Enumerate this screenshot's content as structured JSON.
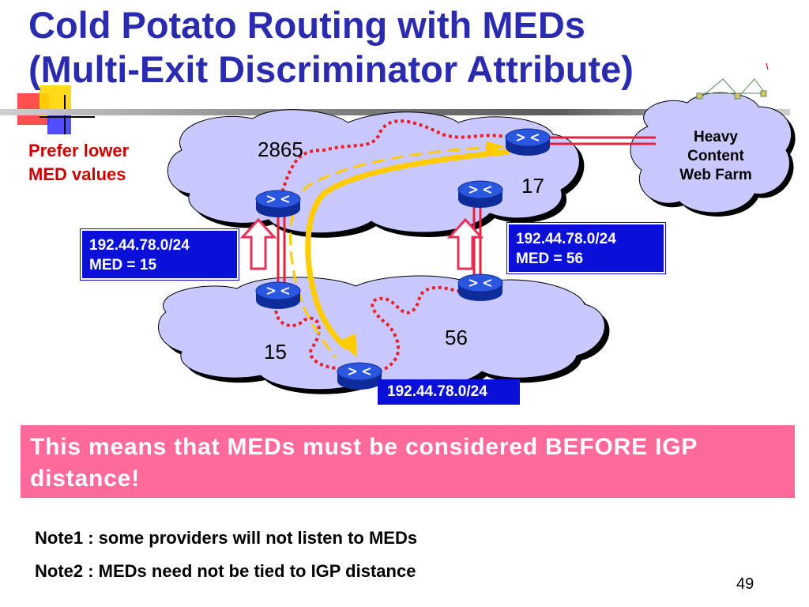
{
  "title": {
    "line1": "Cold Potato Routing with MEDs",
    "line2": "(Multi-Exit Discriminator Attribute)"
  },
  "side_note": {
    "line1": "Prefer lower",
    "line2": "MED values"
  },
  "diagram": {
    "as_labels": {
      "as_2865": "2865",
      "as_17": "17",
      "as_15": "15",
      "as_56": "56"
    },
    "med_boxes": [
      {
        "prefix": "192.44.78.0/24",
        "med": "MED = 15"
      },
      {
        "prefix": "192.44.78.0/24",
        "med": "MED = 56"
      }
    ],
    "origin_prefix": "192.44.78.0/24",
    "web_farm": {
      "line1": "Heavy",
      "line2": "Content",
      "line3": "Web Farm"
    },
    "colors": {
      "cloud_fill": "#c9c9ff",
      "cloud_shadow": "#000000",
      "router_fill": "#1a3fc4",
      "red_dotted": "#e8202a",
      "yellow_path": "#ffcc00",
      "link_red": "#e8203a",
      "arrow_outline": "#e8305a",
      "med_box": "#0a10d8"
    }
  },
  "callout": {
    "text": "This means that MEDs must be considered BEFORE IGP distance!",
    "bg": "#ff6a9a"
  },
  "notes": {
    "note1": "Note1 : some providers will not listen to MEDs",
    "note2": "Note2 : MEDs need not be tied to IGP distance"
  },
  "page_number": "49",
  "title_color": "#2b2bb0"
}
